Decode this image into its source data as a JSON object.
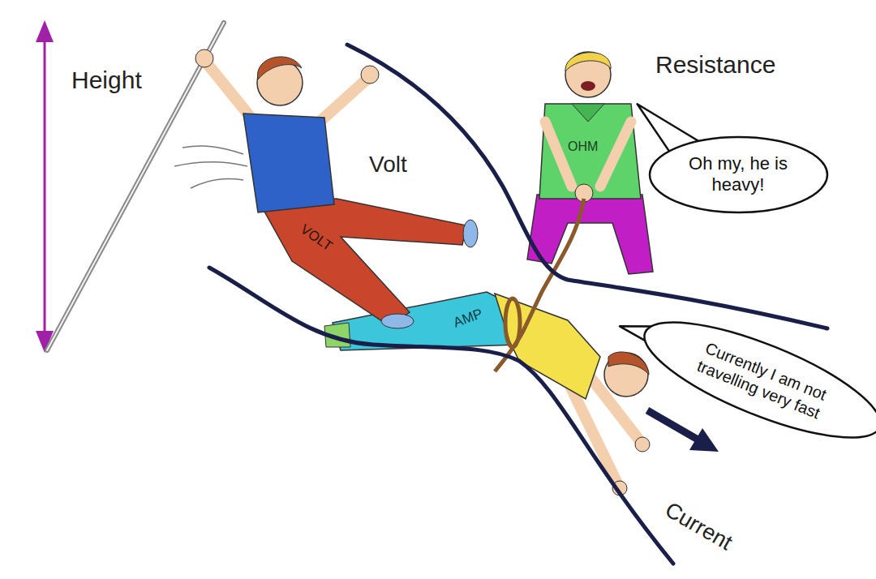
{
  "diagram": {
    "nodes": [
      {
        "text": [
          "Oh my, he is heavy!"
        ]
      },
      {
        "text": [
          "Currently I am not travelling very fast"
        ]
      }
    ],
    "labels": [
      "Height",
      "Volt",
      "Resistance",
      "VOLT",
      "OHM",
      "AMP",
      "Current"
    ]
  }
}
